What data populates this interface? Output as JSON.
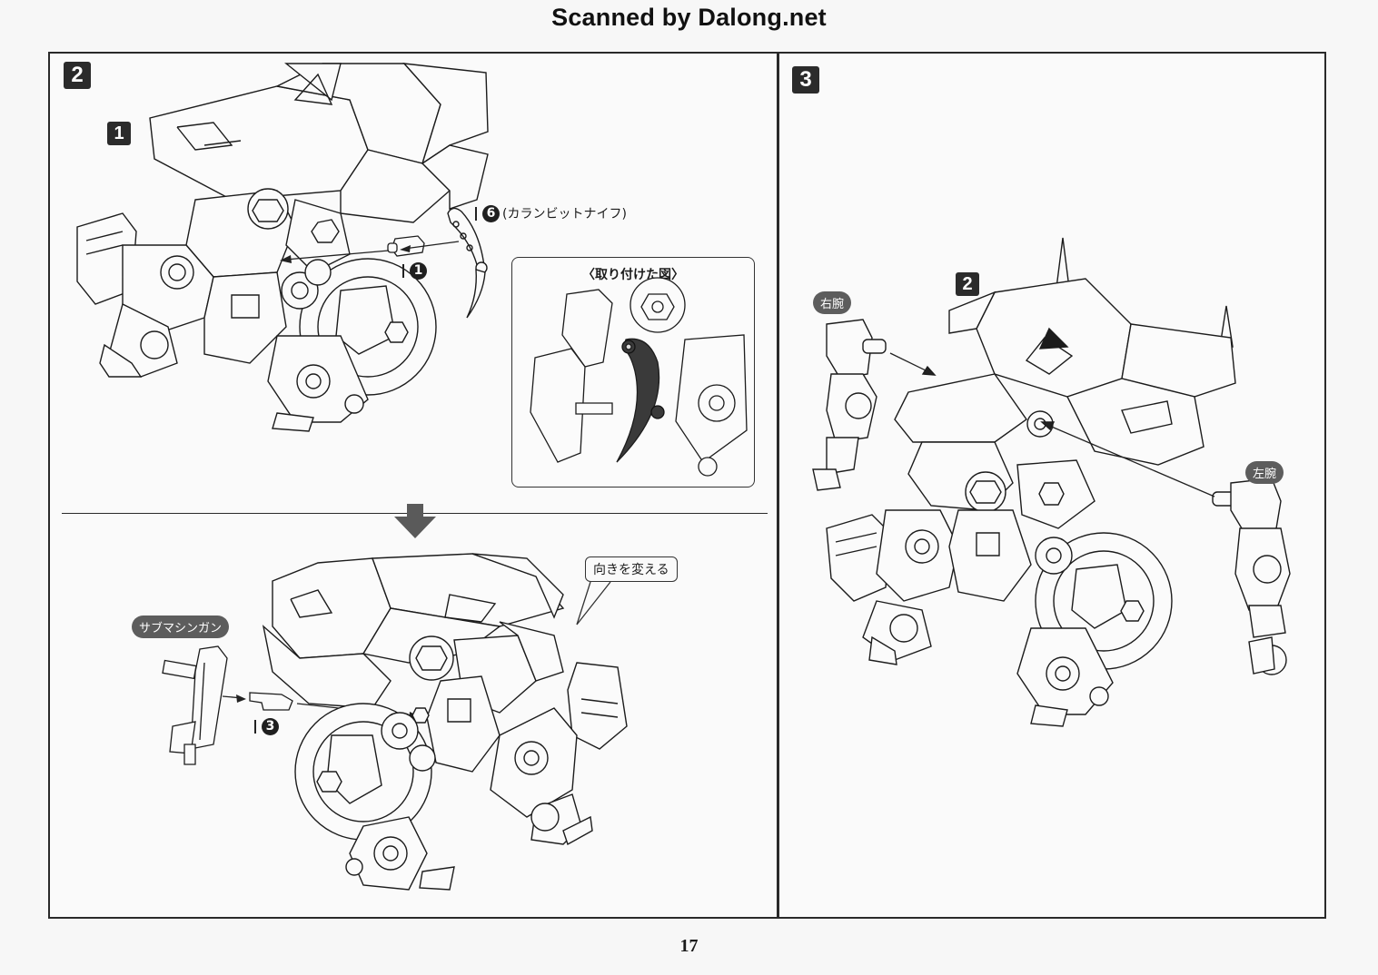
{
  "watermark": "Scanned by Dalong.net",
  "page_number": "17",
  "step_2": {
    "step_label": "2",
    "sub_step_label": "1",
    "part_6": {
      "number": "6",
      "name": "(カランビットナイフ)"
    },
    "part_1": {
      "number": "1"
    },
    "inset_title": "〈取り付けた図〉",
    "weapon_label": "サブマシンガン",
    "part_3": {
      "number": "3"
    },
    "callout_text": "向きを変える"
  },
  "step_3": {
    "step_label": "3",
    "sub_step_label": "2",
    "right_arm_label": "右腕",
    "left_arm_label": "左腕"
  },
  "colors": {
    "badge": "#2b2b2b",
    "pill": "#5d5d5d",
    "knife": "#3a3a3a",
    "arrow": "#5a5a5a"
  }
}
